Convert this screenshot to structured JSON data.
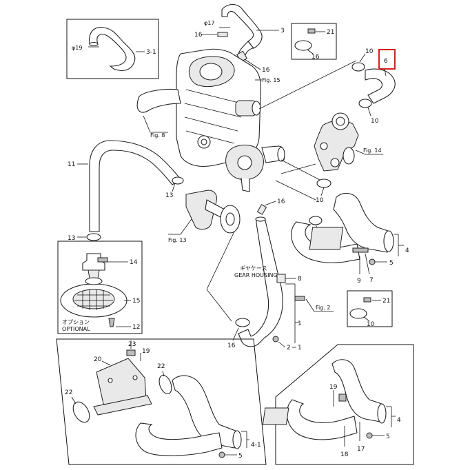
{
  "labels": {
    "l3": "3",
    "l3_1": "3-1",
    "l16_top": "16",
    "l16_a": "16",
    "l16_b": "16",
    "l16_c": "16",
    "l16_d": "16",
    "phi17": "φ17",
    "phi19": "φ19",
    "fig15": "Fig. 15",
    "fig8": "Fig. 8",
    "fig14": "Fig. 14",
    "fig13": "Fig. 13",
    "fig2": "Fig. 2",
    "l6": "6",
    "l10_a": "10",
    "l10_b": "10",
    "l10_c": "10",
    "l10_d": "10",
    "l21_a": "21",
    "l21_b": "21",
    "l11": "11",
    "l13_a": "13",
    "l13_b": "13",
    "l14": "14",
    "l15": "15",
    "l12": "12",
    "optional_jp": "オプション",
    "optional_en": "OPTIONAL",
    "gear_jp": "ギヤケース",
    "gear_en": "GEAR HOUSING",
    "l8": "8",
    "l1": "1",
    "l2": "2",
    "l1_b": "1",
    "l4": "4",
    "l5": "5",
    "l9": "9",
    "l7": "7",
    "l23": "23",
    "l19_a": "19",
    "l20": "20",
    "l22_a": "22",
    "l22_b": "22",
    "l4_1": "4-1",
    "l5_b": "5",
    "l19_b": "19",
    "l4_b": "4",
    "l5_c": "5",
    "l18": "18",
    "l17": "17"
  },
  "colors": {
    "highlight": "#d42020",
    "line": "#111111"
  }
}
